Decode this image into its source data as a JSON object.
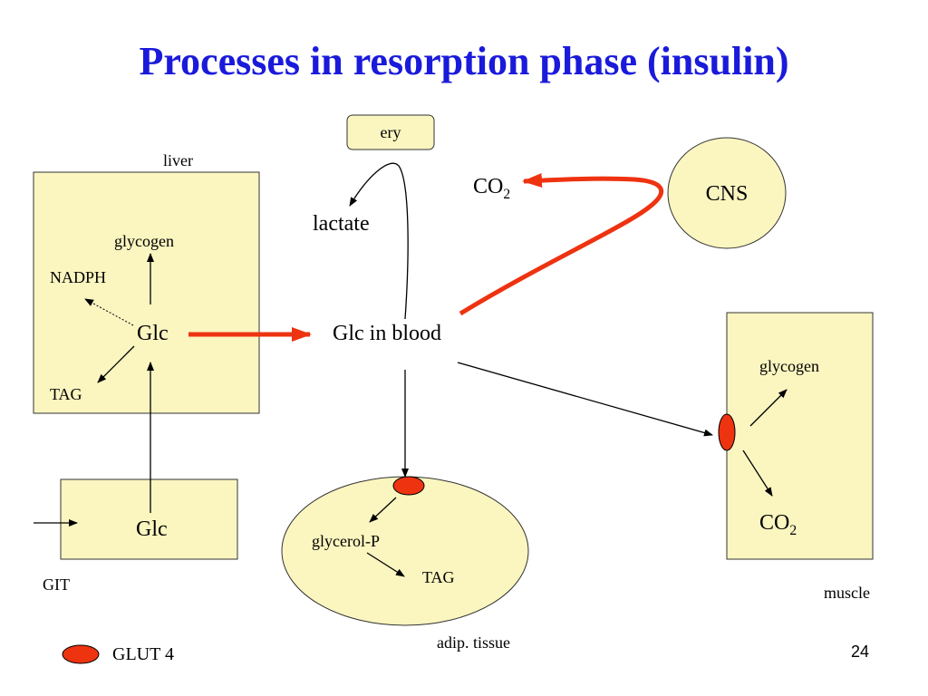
{
  "title": "Processes in resorption phase (insulin)",
  "liver": {
    "label": "liver",
    "glycogen": "glycogen",
    "nadph": "NADPH",
    "glc": "Glc",
    "tag": "TAG"
  },
  "ery": {
    "label": "ery",
    "lactate": "lactate"
  },
  "cns": {
    "label": "CNS",
    "co2": "CO",
    "co2_sub": "2"
  },
  "blood": {
    "label": "Glc in blood"
  },
  "git": {
    "label": "GIT",
    "glc": "Glc"
  },
  "adipose": {
    "label": "adip. tissue",
    "glycerol": "glycerol-P",
    "tag": "TAG"
  },
  "muscle": {
    "label": "muscle",
    "glycogen": "glycogen",
    "co2": "CO",
    "co2_sub": "2"
  },
  "legend": {
    "glut4": "GLUT 4"
  },
  "page_number": "24",
  "colors": {
    "title": "#1a1adb",
    "box_fill": "#fbf5c0",
    "glut": "#ee3311",
    "red_arrow": "#ee3311"
  }
}
